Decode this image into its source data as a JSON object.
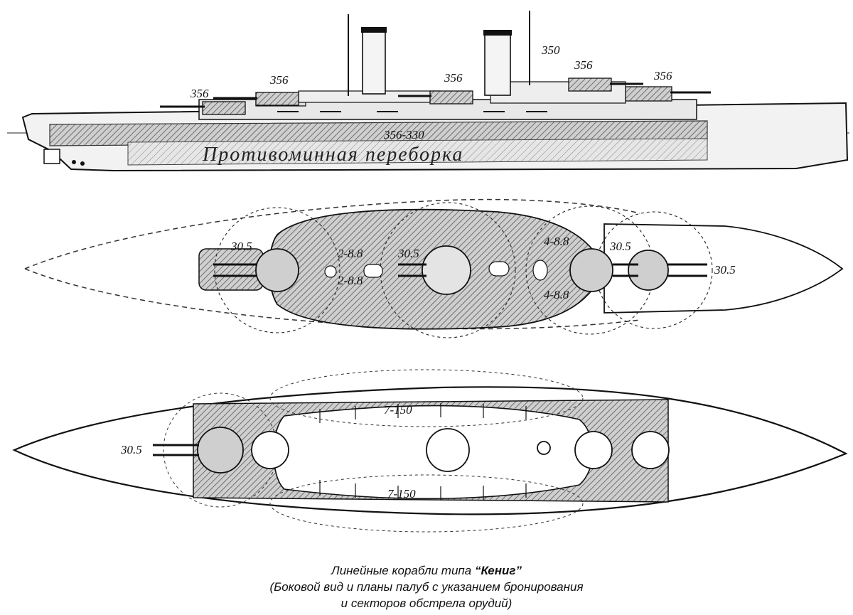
{
  "side_view": {
    "turret_labels": [
      "356",
      "356",
      "356",
      "356",
      "356",
      "350"
    ],
    "belt_label": "356-330",
    "bulkhead_label": "Противоминная переборка"
  },
  "deck_plan_upper": {
    "turret_labels": [
      "30.5",
      "30.5",
      "30.5",
      "30.5"
    ],
    "small_gun_labels": [
      "2-8.8",
      "2-8.8",
      "4-8.8",
      "4-8.8"
    ]
  },
  "deck_plan_lower": {
    "turret_label": "30.5",
    "casemate_labels": [
      "7-150",
      "7-150"
    ]
  },
  "caption": {
    "line1_prefix": "Линейные корабли типа ",
    "line1_title": "“Кениг”",
    "line2": "(Боковой вид и планы палуб с указанием бронирования",
    "line3": "и секторов обстрела орудий)"
  }
}
